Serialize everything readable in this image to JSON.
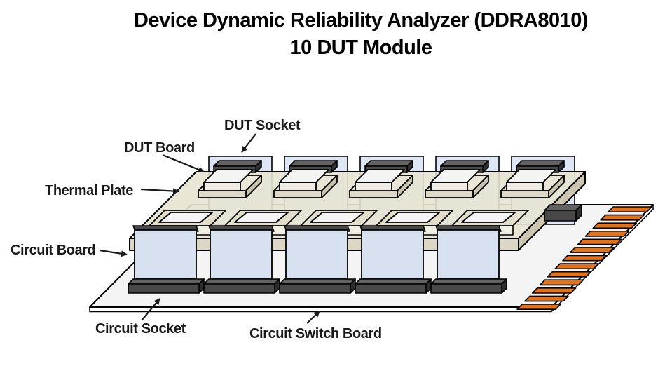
{
  "title": {
    "line1": "Device Dynamic Reliability Analyzer (DDRA8010)",
    "line2": "10 DUT Module"
  },
  "diagram": {
    "labels": {
      "dut_socket": "DUT Socket",
      "dut_board": "DUT Board",
      "thermal_plate": "Thermal Plate",
      "circuit_board": "Circuit Board",
      "circuit_socket": "Circuit Socket",
      "circuit_switch_board": "Circuit Switch Board"
    },
    "counts": {
      "dut_positions": 10,
      "columns": 5,
      "rows": 2,
      "edge_connector_pads": 13
    },
    "colors": {
      "board_top": "#F4F4F4",
      "board_edge": "#FFFFFF",
      "pad_orange": "#E2731C",
      "socket_front": "#484848",
      "socket_top": "#626262",
      "socket_side": "#2F2F2F",
      "circuit_board_blue": "#D7E1F0",
      "panel_blue": "#DCE6F4",
      "plate_top": "#E7E3D2",
      "plate_front": "#DCD7C4",
      "plate_side": "#CBC5B1",
      "slab_top": "#EAE6D7",
      "slab_front": "#DFDAC8",
      "slab_side": "#C9C3AE",
      "platform_top": "#F4F4F3",
      "platform_front": "#EFEDE6",
      "frame_ring": "#E3DECC",
      "frame_front": "#F0EDE2",
      "frame_hole": "#F5F5F5",
      "bar_dark": "#4A4A4A",
      "outline": "#000000",
      "label_color": "#1A1A1A"
    }
  }
}
